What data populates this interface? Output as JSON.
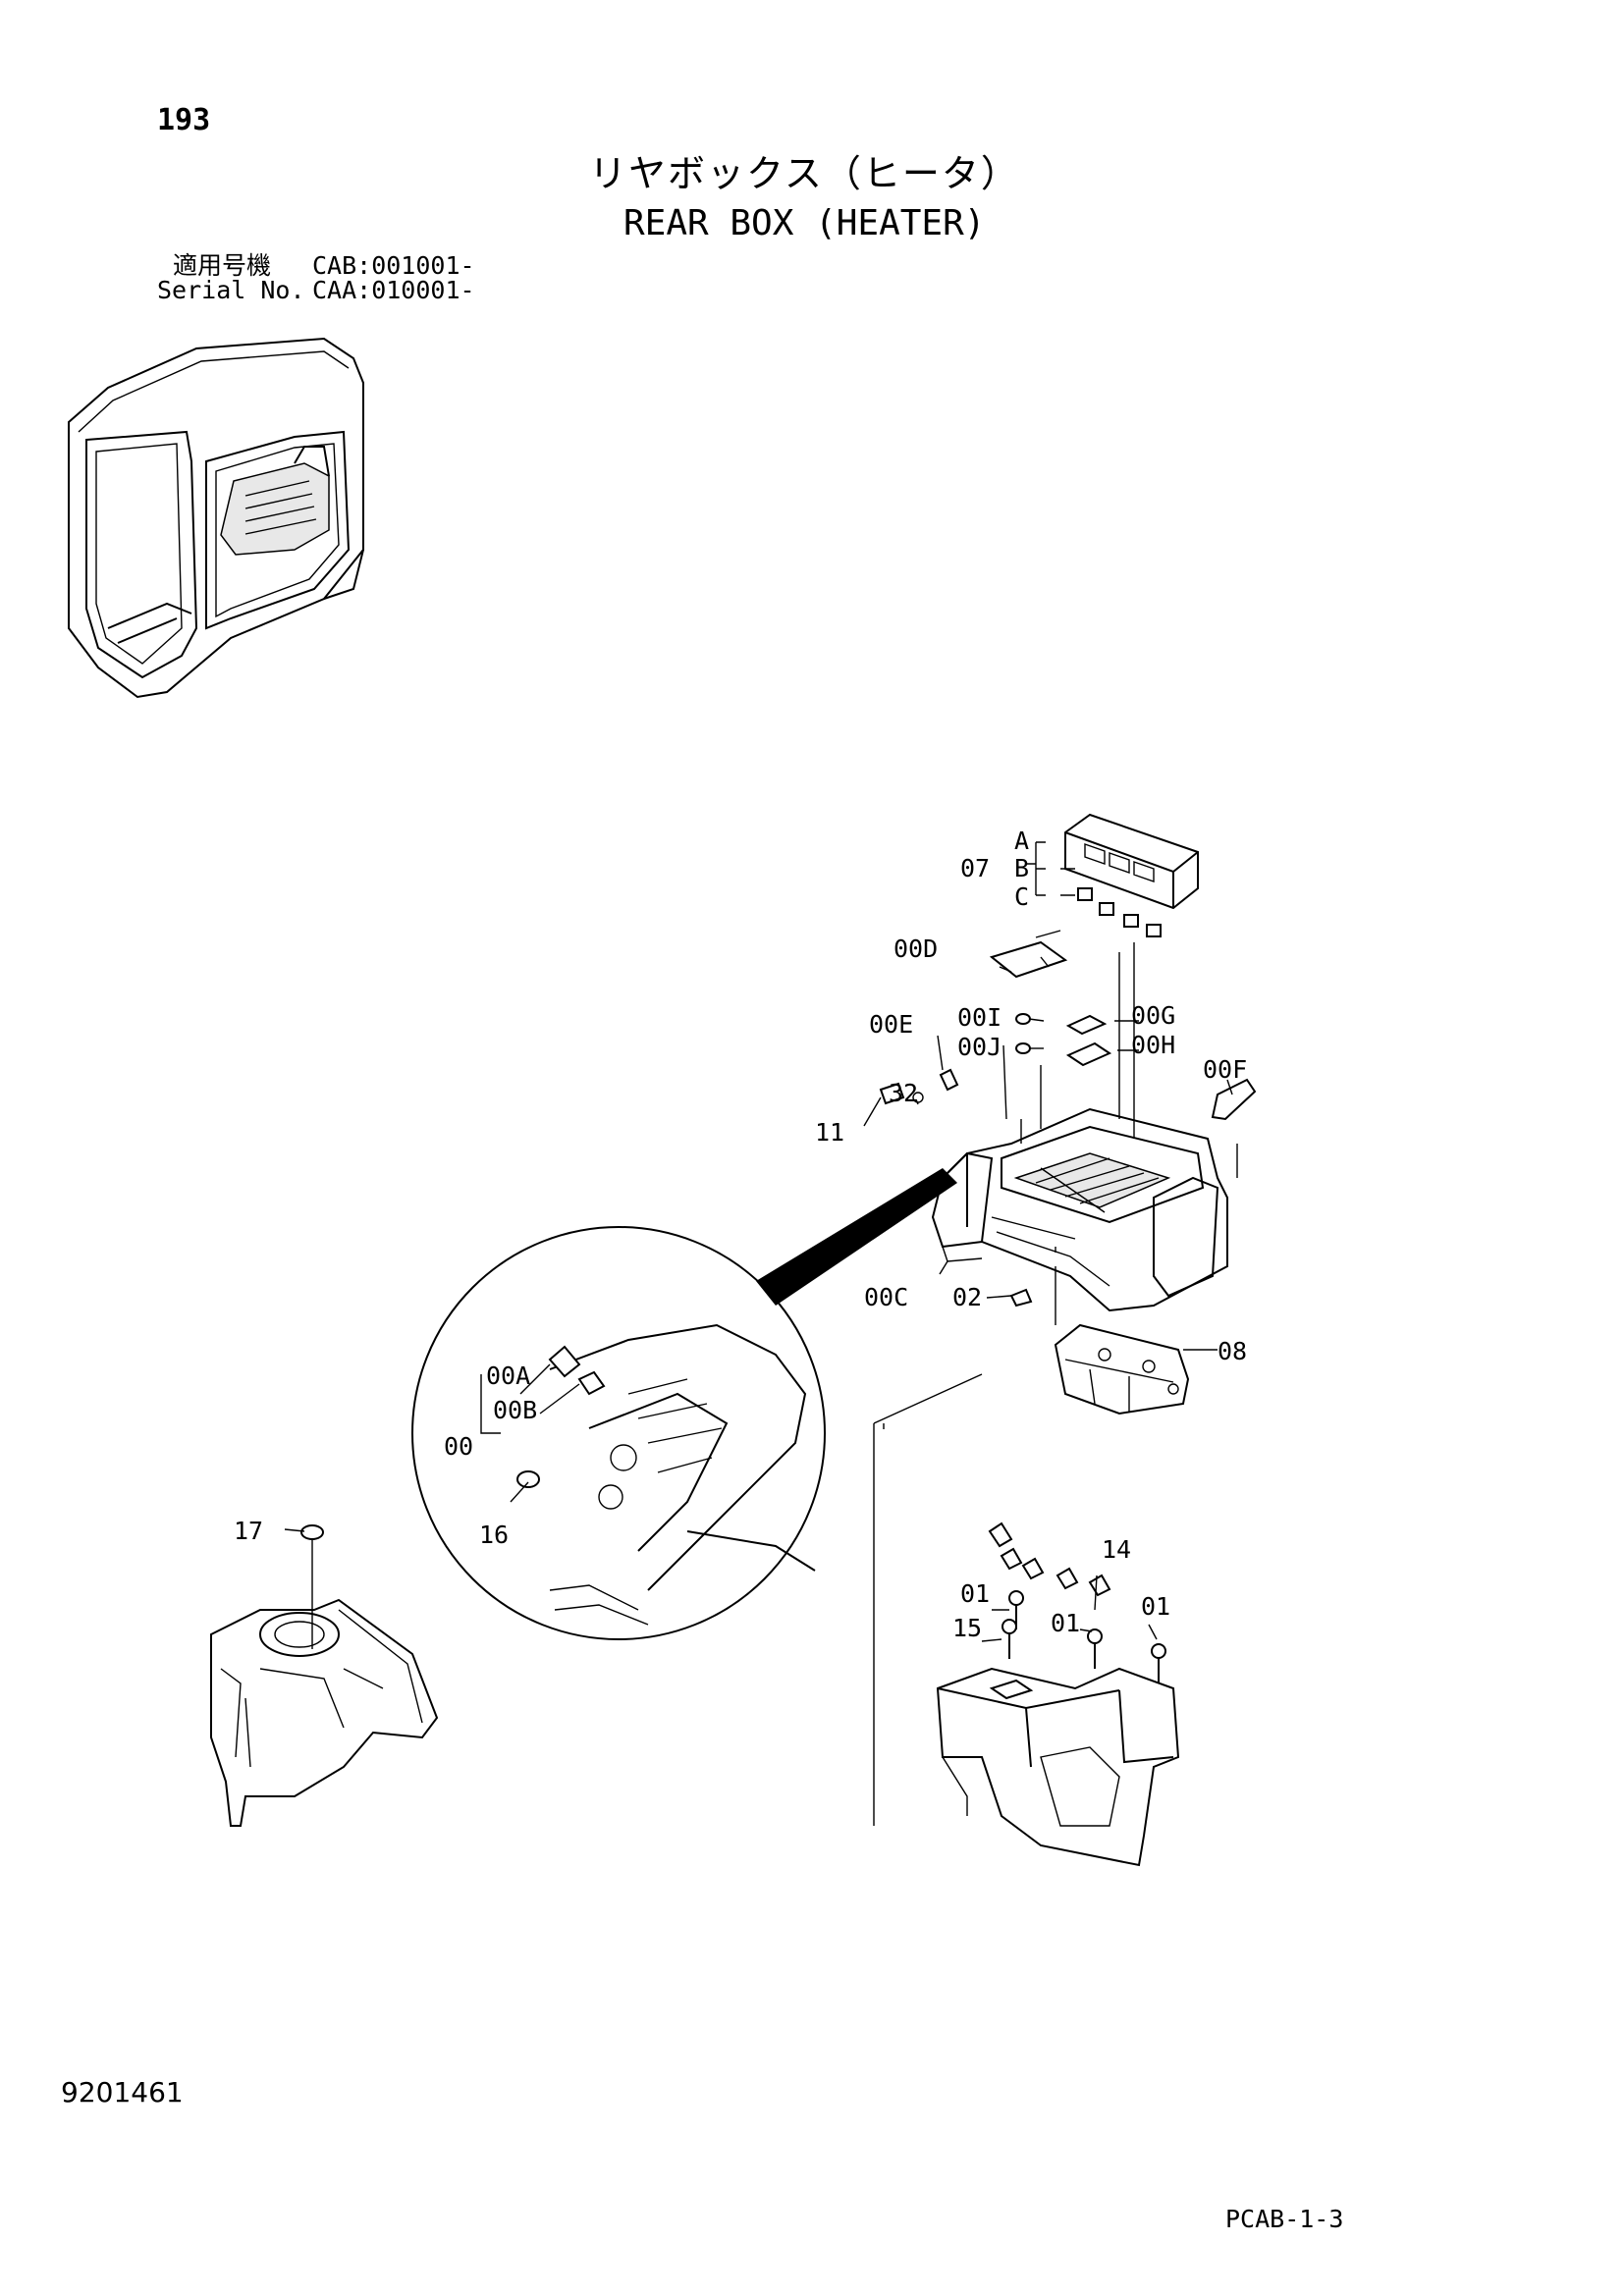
{
  "header": {
    "page_number": "193",
    "title_ja": "リヤボックス（ヒータ）",
    "title_en": "REAR BOX (HEATER)",
    "serial_label_ja": "適用号機",
    "serial_label_en": "Serial No.",
    "serial_value_1": "CAB:001001-",
    "serial_value_2": "CAA:010001-"
  },
  "callouts": {
    "c07": "07",
    "cA": "A",
    "cB": "B",
    "cC": "C",
    "c00D": "00D",
    "c00E": "00E",
    "c00I": "00I",
    "c00J": "00J",
    "c00G": "00G",
    "c00H": "00H",
    "c00F": "00F",
    "c32": "32",
    "c11": "11",
    "c00C": "00C",
    "c02": "02",
    "c08": "08",
    "c00A": "00A",
    "c00B": "00B",
    "c00": "00",
    "c16": "16",
    "c17": "17",
    "c14": "14",
    "c01a": "01",
    "c15": "15",
    "c01b": "01",
    "c01c": "01"
  },
  "footer": {
    "doc_number": "9201461",
    "page_code": "PCAB-1-3"
  }
}
